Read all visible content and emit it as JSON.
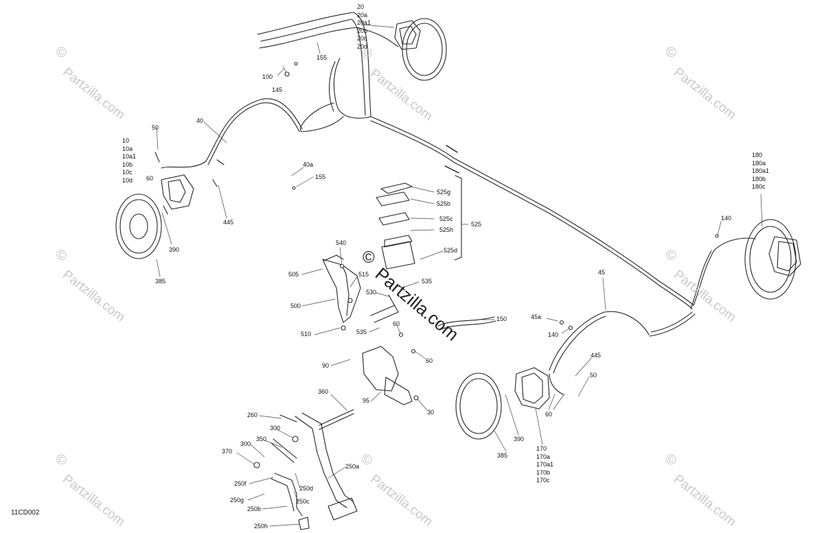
{
  "drawing_code": "11CD002",
  "watermark": {
    "symbol": "©",
    "text": "Partzilla.com"
  },
  "callouts": {
    "c20": [
      "20",
      "20a",
      "20a1",
      "20b",
      "20c",
      "20d"
    ],
    "c10": [
      "10",
      "10a",
      "10a1",
      "10b",
      "10c",
      "10d"
    ],
    "c180": [
      "180",
      "180a",
      "180a1",
      "180b",
      "180c"
    ],
    "c170": [
      "170",
      "170a",
      "170a1",
      "170b",
      "170c"
    ],
    "single": {
      "n155a": "155",
      "n100": "100",
      "n145": "145",
      "n50a": "50",
      "n40": "40",
      "n60a": "60",
      "n40a": "40a",
      "n155b": "155",
      "n445a": "445",
      "n390a": "390",
      "n385a": "385",
      "n525g": "525g",
      "n525b": "525b",
      "n525c": "525c",
      "n525h": "525h",
      "n525": "525",
      "n525d": "525d",
      "n540": "540",
      "n505": "505",
      "n515": "515",
      "n535a": "535",
      "n530": "530",
      "n500": "500",
      "n60b": "60",
      "n535b": "535",
      "n510": "510",
      "n150": "150",
      "n60c": "60",
      "n90": "90",
      "n95": "95",
      "n30": "30",
      "n360": "360",
      "n260": "260",
      "n300a": "300",
      "n350": "350",
      "n300b": "300",
      "n370": "370",
      "n250f": "250f",
      "n250g": "250g",
      "n250b": "250b",
      "n250h": "250h",
      "n250d": "250d",
      "n250c": "250c",
      "n250a": "250a",
      "n140a": "140",
      "n45": "45",
      "n45a": "45a",
      "n140b": "140",
      "n445b": "445",
      "n50b": "50",
      "n60d": "60",
      "n390b": "390",
      "n385b": "385"
    }
  }
}
